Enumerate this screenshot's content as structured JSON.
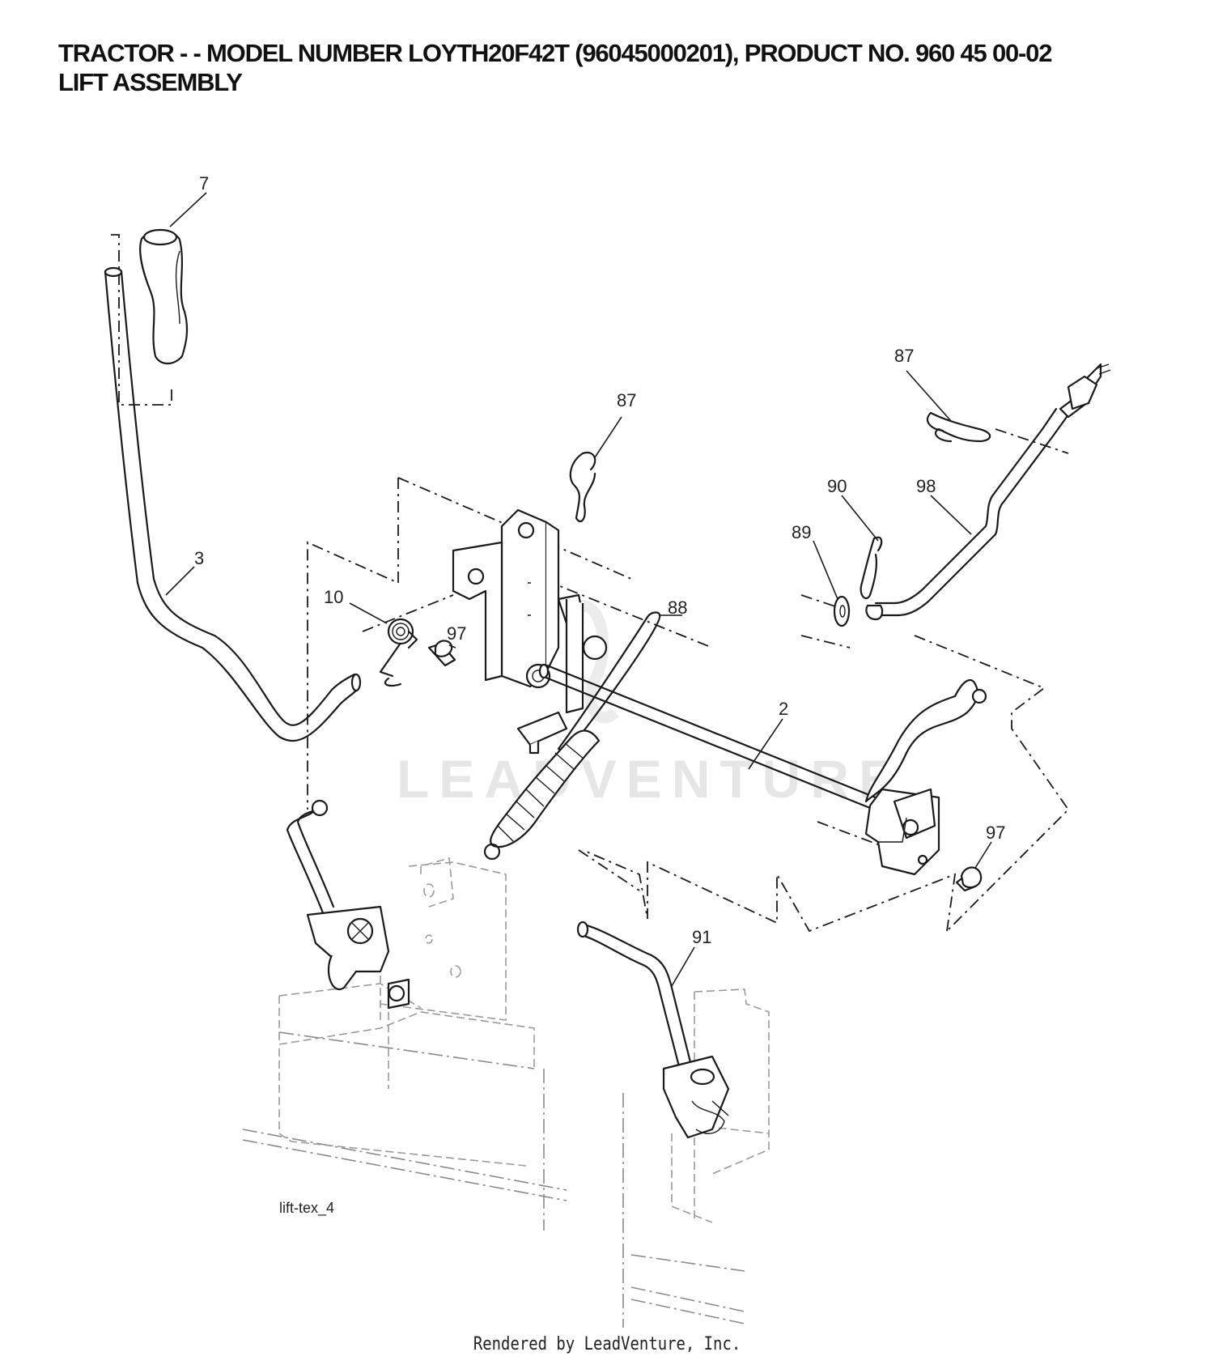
{
  "header": {
    "title_line1": "TRACTOR - - MODEL NUMBER LOYTH20F42T (96045000201), PRODUCT NO. 960 45 00-02",
    "title_line2": "LIFT ASSEMBLY"
  },
  "diagram": {
    "callouts": [
      "7",
      "3",
      "10",
      "97",
      "87",
      "88",
      "2",
      "87",
      "90",
      "89",
      "98",
      "97",
      "91"
    ],
    "drawing_id": "lift-tex_4",
    "watermark": "LEADVENTURE"
  },
  "footer": {
    "credit": "Rendered by LeadVenture, Inc."
  }
}
